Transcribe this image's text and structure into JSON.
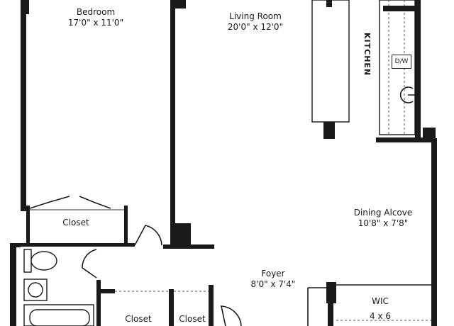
{
  "rooms": {
    "bedroom": {
      "name": "Bedroom",
      "dims": "17'0\" x 11'0\""
    },
    "living": {
      "name": "Living Room",
      "dims": "20'0\" x 12'0\""
    },
    "kitchen": {
      "name": "KITCHEN",
      "dw": "D/W"
    },
    "closet_bed": {
      "name": "Closet"
    },
    "dining": {
      "name": "Dining Alcove",
      "dims": "10'8\" x 7'8\""
    },
    "foyer": {
      "name": "Foyer",
      "dims": "8'0\" x 7'4\""
    },
    "wic": {
      "name": "WIC",
      "dims": "4 x 6"
    },
    "closet_a": {
      "name": "Closet"
    },
    "closet_b": {
      "name": "Closet"
    }
  },
  "colors": {
    "wall": "#1a1a1a",
    "background": "#ffffff"
  }
}
